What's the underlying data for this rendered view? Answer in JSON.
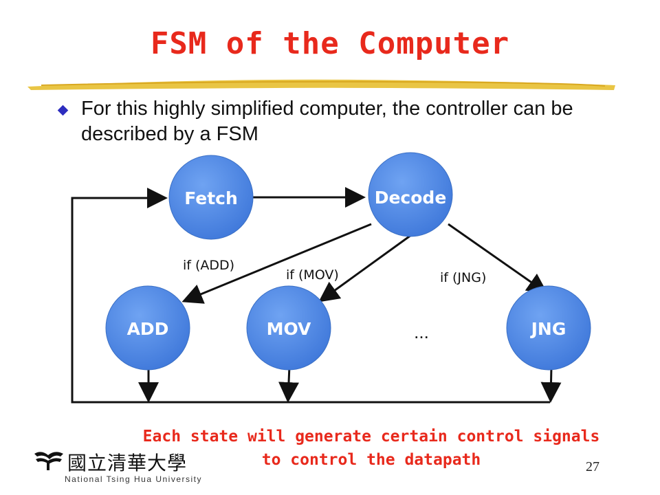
{
  "slide": {
    "title": "FSM of the Computer",
    "bullet": "For this highly simplified computer, the controller can be described by a FSM",
    "footer_line1": "Each state will generate certain control signals",
    "footer_line2": "to control the datapath",
    "page_number": "27"
  },
  "diagram": {
    "nodes": {
      "fetch": "Fetch",
      "decode": "Decode",
      "add": "ADD",
      "mov": "MOV",
      "jng": "JNG",
      "more": "..."
    },
    "edges": {
      "if_add": "if (ADD)",
      "if_mov": "if (MOV)",
      "if_jng": "if (JNG)"
    }
  },
  "logo": {
    "chinese": "國立清華大學",
    "english": "National Tsing Hua University"
  },
  "colors": {
    "title": "#e8291c",
    "node_fill": "#4a86e8",
    "brush": "#e8c23a",
    "bullet": "#2d2dbf"
  }
}
